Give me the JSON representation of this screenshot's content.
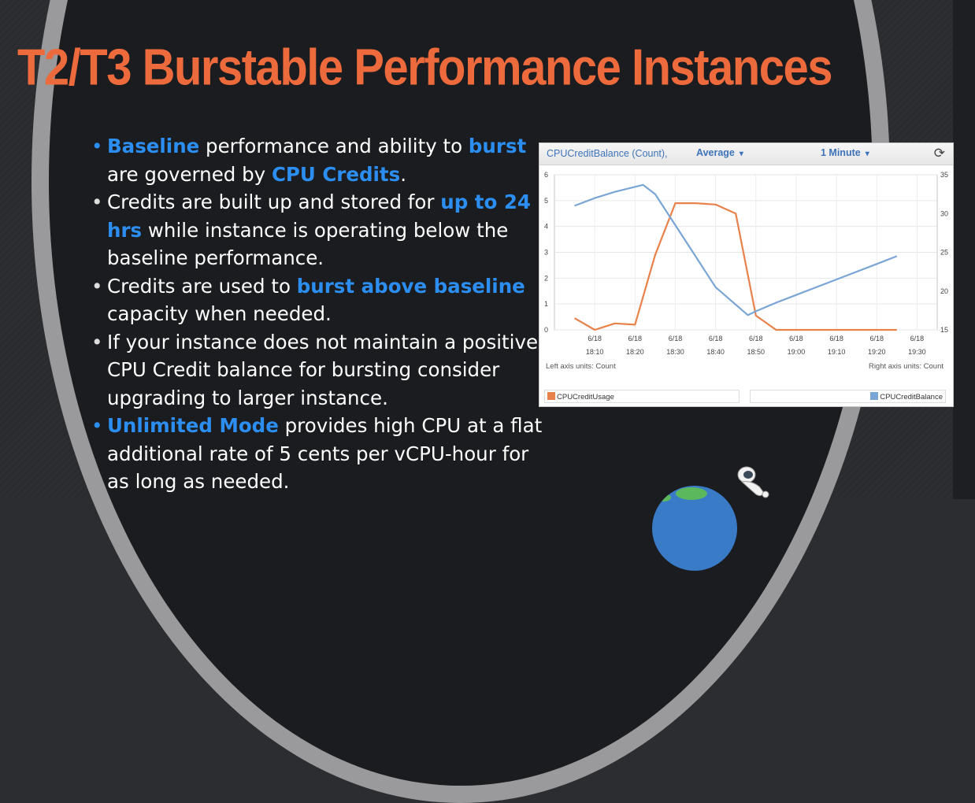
{
  "slide": {
    "title": "T2/T3 Burstable Performance Instances",
    "bullets": [
      {
        "dot_color": "blue",
        "segments": [
          {
            "text": "Baseline",
            "hl": true
          },
          {
            "text": " performance and ability to ",
            "hl": false
          },
          {
            "text": "burst",
            "hl": true
          },
          {
            "text": " are governed by ",
            "hl": false
          },
          {
            "text": "CPU Credits",
            "hl": true
          },
          {
            "text": ".",
            "hl": false
          }
        ]
      },
      {
        "dot_color": "white",
        "segments": [
          {
            "text": "Credits are built up and stored for ",
            "hl": false
          },
          {
            "text": "up to 24 hrs",
            "hl": true
          },
          {
            "text": " while instance is operating below the baseline performance.",
            "hl": false
          }
        ]
      },
      {
        "dot_color": "white",
        "segments": [
          {
            "text": "Credits are used to ",
            "hl": false
          },
          {
            "text": "burst above baseline",
            "hl": true
          },
          {
            "text": " capacity when needed.",
            "hl": false
          }
        ]
      },
      {
        "dot_color": "white",
        "segments": [
          {
            "text": "If your instance does not maintain a positive CPU Credit balance for bursting consider upgrading to larger instance.",
            "hl": false
          }
        ]
      },
      {
        "dot_color": "blue",
        "segments": [
          {
            "text": "Unlimited Mode",
            "hl": true
          },
          {
            "text": " provides high CPU at a flat additional rate of 5 cents per vCPU-hour for as long as needed.",
            "hl": false
          }
        ]
      }
    ]
  },
  "colors": {
    "title": "#ec6a3b",
    "highlight": "#2b8ef0",
    "usage_series": "#e8824a",
    "balance_series": "#7aa6d6"
  },
  "chart_header": {
    "metric": "CPUCreditBalance (Count),",
    "statistic": "Average",
    "period": "1 Minute",
    "caret_icon": "▾",
    "refresh_icon": "⟳"
  },
  "chart_data": {
    "type": "line",
    "x": [
      "18:05",
      "18:10",
      "18:15",
      "18:20",
      "18:22",
      "18:25",
      "18:30",
      "18:35",
      "18:40",
      "18:45",
      "18:48",
      "18:50",
      "18:55",
      "19:00",
      "19:10",
      "19:20",
      "19:25"
    ],
    "categories": [
      "6/18 18:10",
      "6/18 18:20",
      "6/18 18:30",
      "6/18 18:40",
      "6/18 18:50",
      "6/18 19:00",
      "6/18 19:10",
      "6/18 19:20",
      "6/18 19:30"
    ],
    "series": [
      {
        "name": "CPUCreditUsage",
        "axis": "left",
        "x": [
          "18:05",
          "18:10",
          "18:15",
          "18:20",
          "18:25",
          "18:30",
          "18:35",
          "18:40",
          "18:45",
          "18:50",
          "18:55",
          "19:00",
          "19:10",
          "19:20",
          "19:25"
        ],
        "values": [
          0.45,
          0.0,
          0.25,
          0.2,
          2.9,
          4.9,
          4.9,
          4.85,
          4.5,
          0.55,
          0.0,
          0.0,
          0.0,
          0.0,
          0.0
        ]
      },
      {
        "name": "CPUCreditBalance",
        "axis": "right",
        "x": [
          "18:05",
          "18:10",
          "18:15",
          "18:22",
          "18:25",
          "18:30",
          "18:35",
          "18:40",
          "18:48",
          "18:50",
          "18:55",
          "19:00",
          "19:10",
          "19:20",
          "19:25"
        ],
        "values": [
          31.0,
          32.0,
          32.8,
          33.7,
          32.5,
          28.5,
          24.5,
          20.5,
          16.9,
          17.4,
          18.5,
          19.5,
          21.5,
          23.5,
          24.5
        ]
      }
    ],
    "ylim_left": [
      0,
      6
    ],
    "yticks_left": [
      "0",
      "1",
      "2",
      "3",
      "4",
      "5",
      "6"
    ],
    "ylim_right": [
      15,
      35
    ],
    "yticks_right": [
      "15",
      "20",
      "25",
      "30",
      "35"
    ],
    "xlim": [
      "18:00",
      "19:35"
    ],
    "grid": true,
    "left_axis_units": "Left axis units:  Count",
    "right_axis_units": "Right axis units:  Count",
    "legend": {
      "left_entry": "CPUCreditUsage",
      "right_entry": "CPUCreditBalance",
      "placement": "bottom"
    }
  }
}
